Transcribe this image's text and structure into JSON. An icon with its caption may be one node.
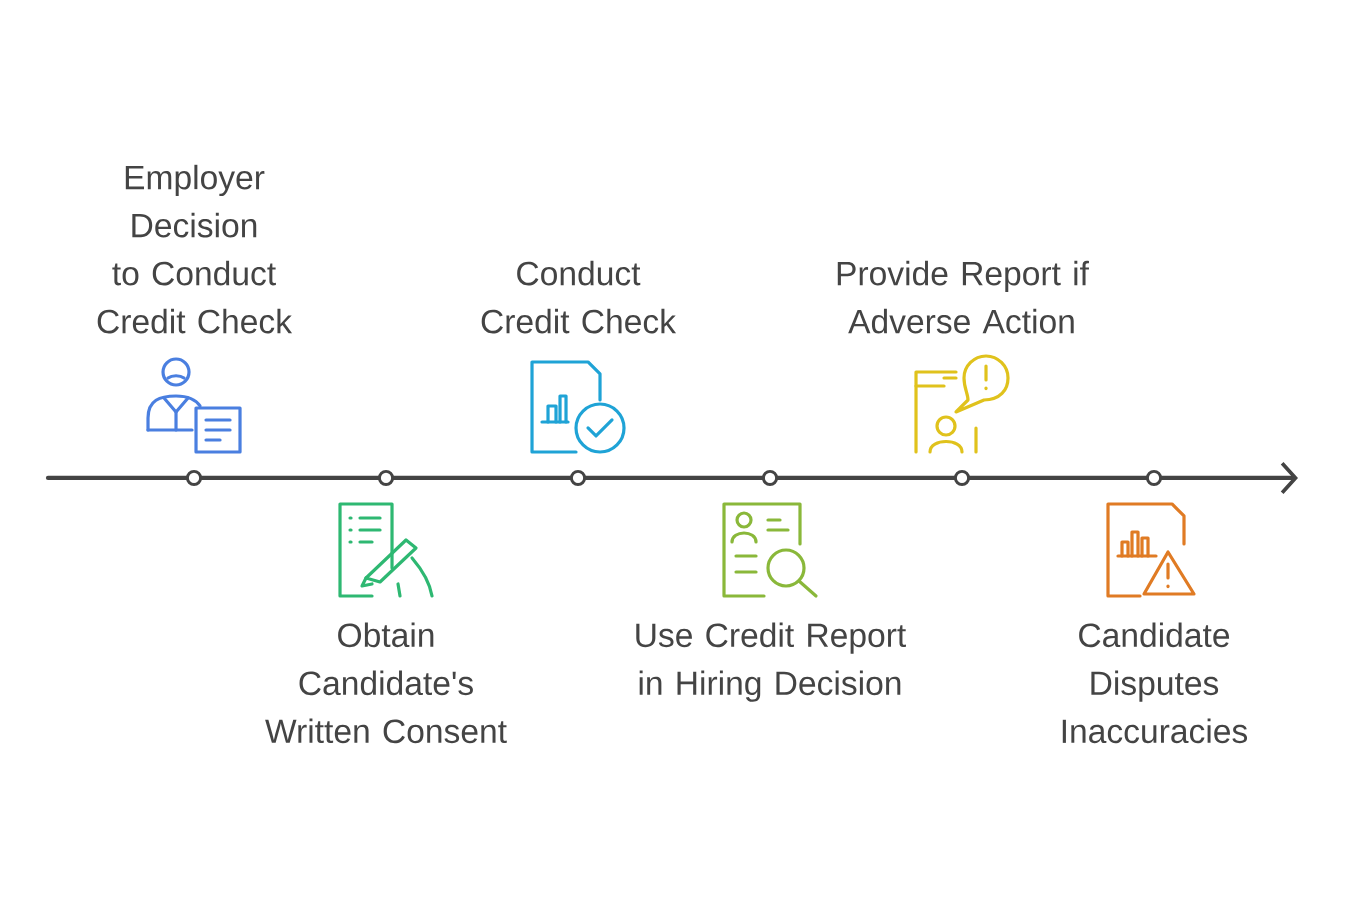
{
  "diagram": {
    "labels": [
      "Employer Decision to Conduct Credit Check",
      "Obtain Candidate's Written Consent",
      "Conduct Credit Check",
      "Use Credit Report in Hiring Decision",
      "Provide Report if Adverse Action",
      "Candidate Disputes Inaccuracies"
    ]
  }
}
